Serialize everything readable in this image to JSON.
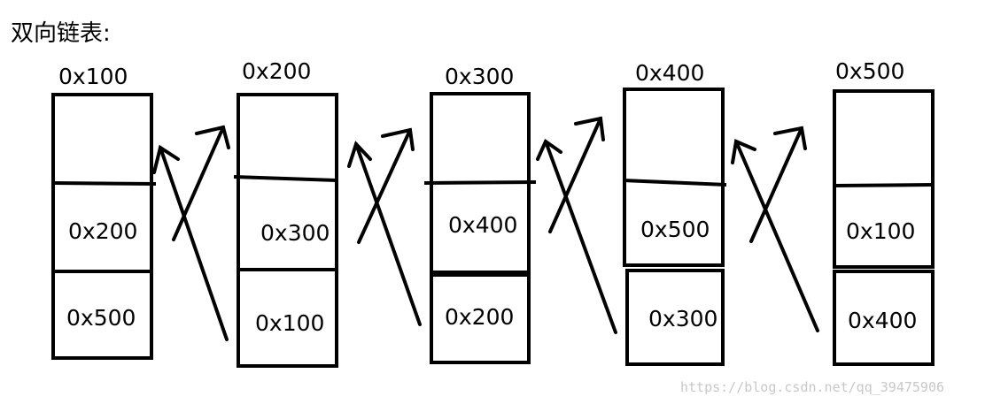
{
  "title": "双向链表:",
  "watermark": "https://blog.csdn.net/qq_39475906",
  "nodes": [
    {
      "address": "0x100",
      "data": "",
      "next": "0x200",
      "prev": "0x500"
    },
    {
      "address": "0x200",
      "data": "",
      "next": "0x300",
      "prev": "0x100"
    },
    {
      "address": "0x300",
      "data": "",
      "next": "0x400",
      "prev": "0x200"
    },
    {
      "address": "0x400",
      "data": "",
      "next": "0x500",
      "prev": "0x300"
    },
    {
      "address": "0x500",
      "data": "",
      "next": "0x100",
      "prev": "0x400"
    }
  ]
}
